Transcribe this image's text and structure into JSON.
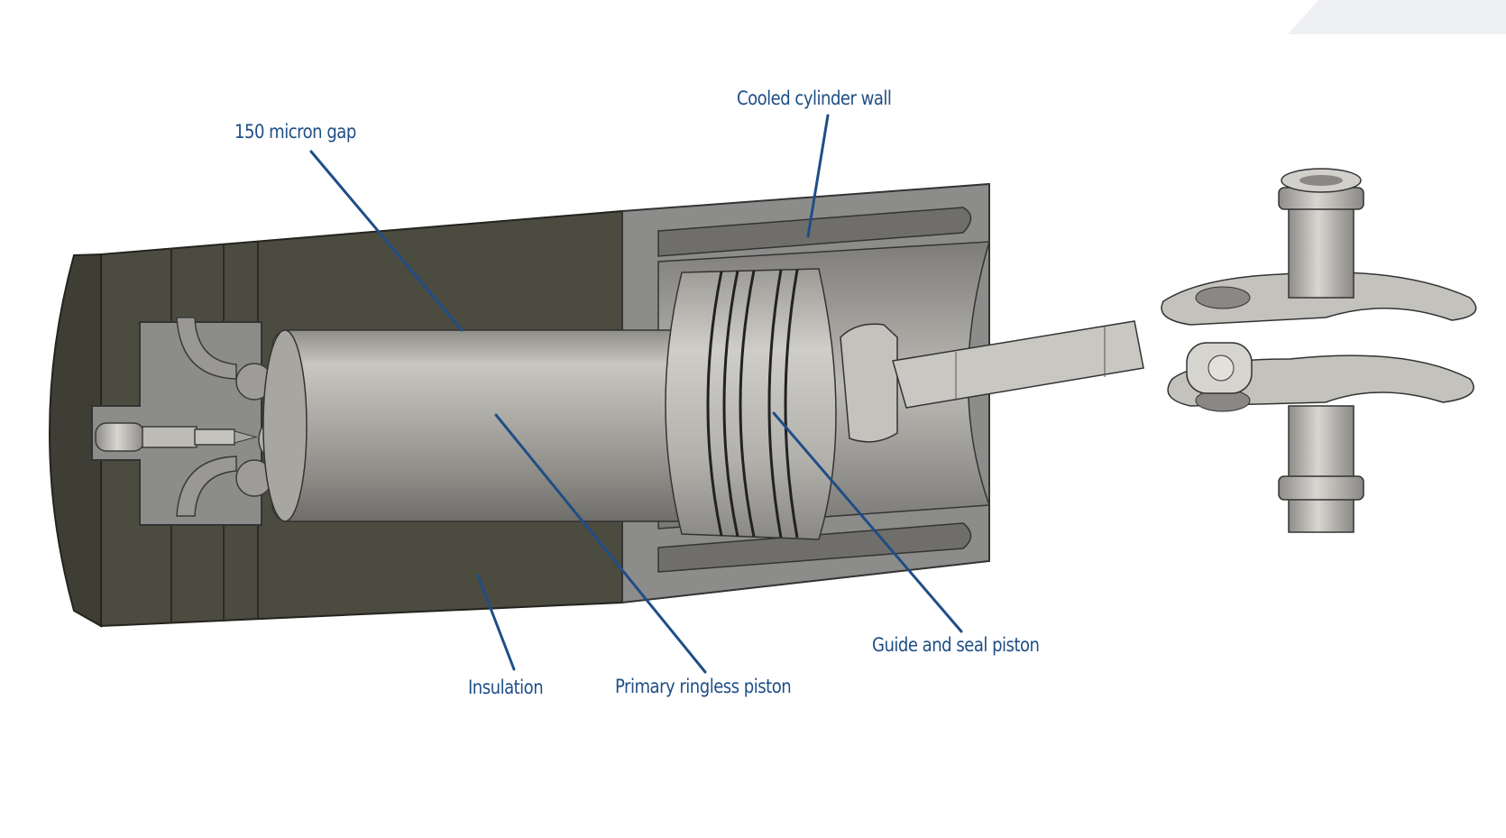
{
  "labels": {
    "gap": "150 micron gap",
    "cooled_wall": "Cooled cylinder wall",
    "guide_seal": "Guide and seal piston",
    "insulation": "Insulation",
    "primary_piston": "Primary ringless piston"
  },
  "colors": {
    "label_text": "#1f4e86",
    "leader_line": "#1f4e86",
    "insulation": "#4c4b40",
    "metal_section": "#8c8c8a",
    "metal_surface": "#c9c7c2"
  }
}
